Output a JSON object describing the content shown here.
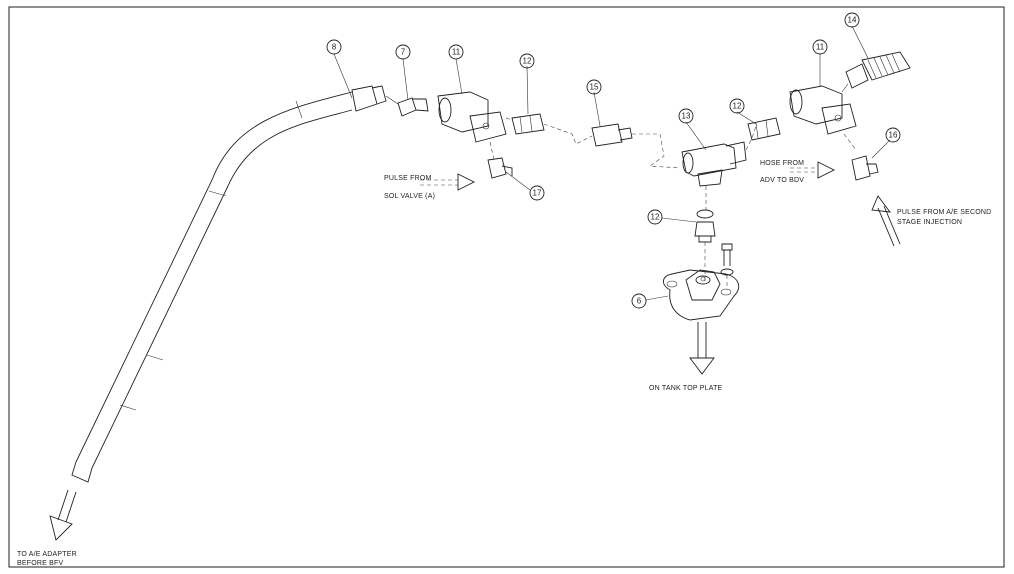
{
  "callouts": [
    {
      "id": "c8",
      "text": "8"
    },
    {
      "id": "c7",
      "text": "7"
    },
    {
      "id": "c11a",
      "text": "11"
    },
    {
      "id": "c12a",
      "text": "12"
    },
    {
      "id": "c15",
      "text": "15"
    },
    {
      "id": "c13",
      "text": "13"
    },
    {
      "id": "c12b",
      "text": "12"
    },
    {
      "id": "c11b",
      "text": "11"
    },
    {
      "id": "c14",
      "text": "14"
    },
    {
      "id": "c16",
      "text": "16"
    },
    {
      "id": "c17",
      "text": "17"
    },
    {
      "id": "c12c",
      "text": "12"
    },
    {
      "id": "c6",
      "text": "6"
    }
  ],
  "notes": {
    "pulse_sol_1": "PULSE FROM",
    "pulse_sol_2": "SOL VALVE (A)",
    "hose_1": "HOSE FROM",
    "hose_2": "ADV TO BDV",
    "pulse_ae_1": "PULSE FROM A/E SECOND",
    "pulse_ae_2": "STAGE INJECTION",
    "tank": "ON TANK TOP PLATE",
    "adapter_1": "TO A/E ADAPTER",
    "adapter_2": "BEFORE BFV"
  }
}
